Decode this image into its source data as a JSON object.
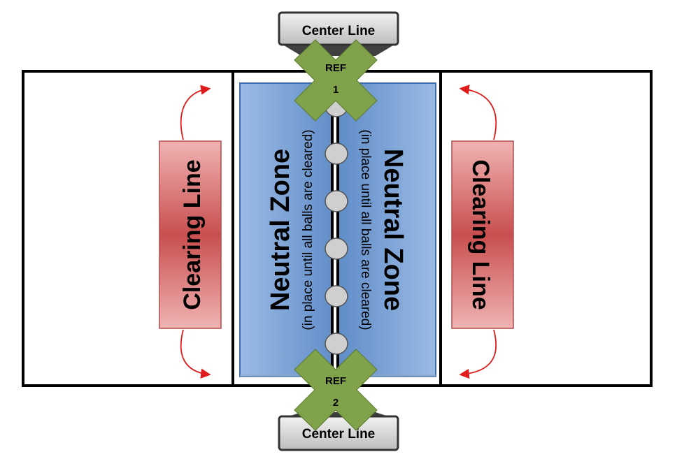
{
  "center_line": {
    "top_label": "Center Line",
    "bottom_label": "Center Line"
  },
  "referees": [
    {
      "abbr": "REF",
      "number": "1"
    },
    {
      "abbr": "REF",
      "number": "2"
    }
  ],
  "neutral_zone": {
    "title": "Neutral Zone",
    "note": "(in place until all balls are cleared)",
    "ball_count": 6
  },
  "clearing_line": {
    "left_label": "Clearing Line",
    "right_label": "Clearing Line"
  },
  "colors": {
    "neutral_zone_fill": "#6f97cc",
    "clearing_line_fill": "#d06a6a",
    "ref_marker_fill": "#7fa24a",
    "ball_fill": "#cfcfcf",
    "arrow": "#e01b1b",
    "court_line": "#000000",
    "center_label_fill": "#d9d9d9"
  },
  "icons": {
    "referee_marker": "green-x-marker-icon",
    "ball": "gray-circle-ball-icon",
    "arrow": "curved-double-arrow-icon"
  }
}
